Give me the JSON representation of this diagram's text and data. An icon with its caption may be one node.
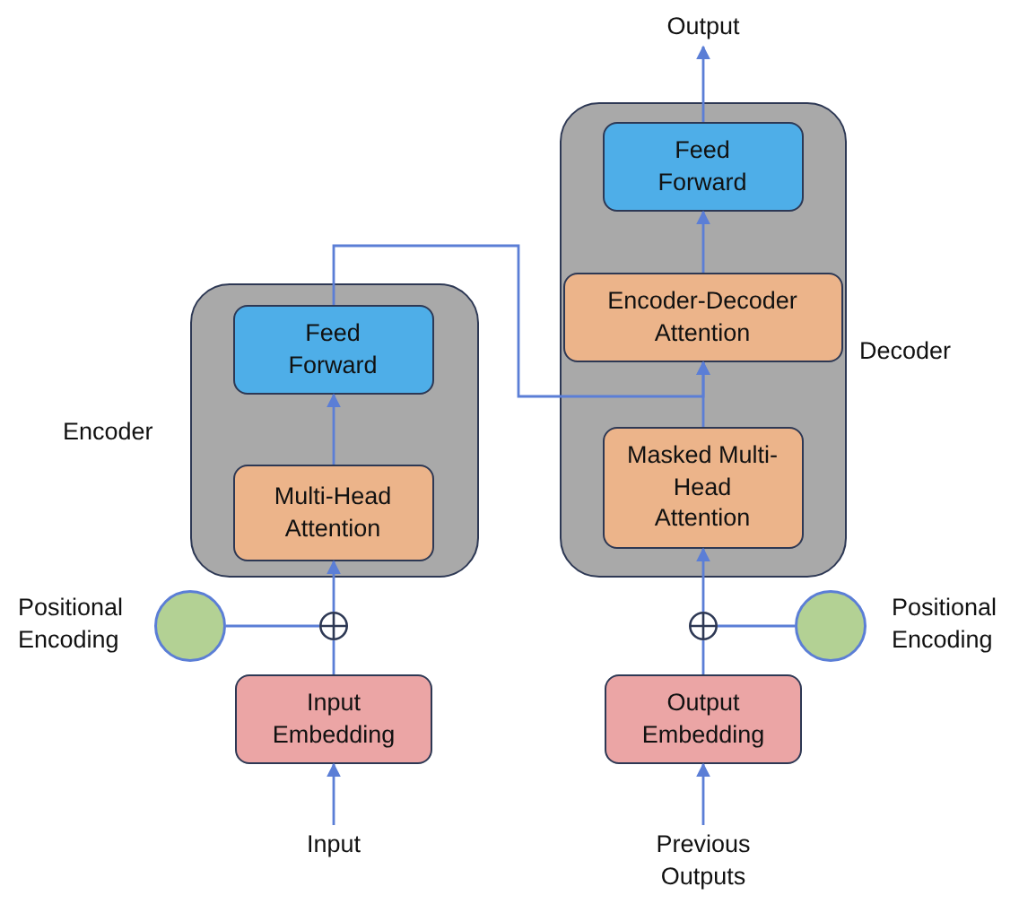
{
  "diagram": {
    "nodes": [
      {
        "text": [
          "Encoder"
        ]
      },
      {
        "text": [
          "Feed Forward"
        ],
        "in": 0
      },
      {
        "text": [
          "Multi-Head Attention"
        ],
        "in": 0
      },
      {
        "text": [
          "Decoder"
        ]
      },
      {
        "text": [
          "Feed Forward"
        ],
        "in": 3
      },
      {
        "text": [
          "Encoder-Decoder Attention"
        ],
        "in": 3
      },
      {
        "text": [
          "Masked Multi-Head Attention"
        ],
        "in": 3
      },
      {
        "text": [],
        "shape": "circle",
        "beside": [
          "Positional Encoding"
        ]
      },
      {
        "text": [],
        "shape": "circle"
      },
      {
        "text": [
          "Input Embedding"
        ]
      },
      {
        "text": [
          "Input"
        ]
      },
      {
        "text": [
          "Output Embedding"
        ]
      },
      {
        "text": [],
        "shape": "circle"
      },
      {
        "text": [],
        "shape": "circle",
        "beside": [
          "Positional Encoding"
        ]
      },
      {
        "text": [
          "Previous Outputs"
        ]
      },
      {
        "text": [
          "Output"
        ]
      }
    ],
    "edges": [
      {
        "from": 10,
        "to": 9,
        "arrow": "to"
      },
      {
        "from": 9,
        "to": 8,
        "arrow": "none"
      },
      {
        "from": 7,
        "to": 8,
        "arrow": "none"
      },
      {
        "from": 8,
        "to": 2,
        "arrow": "to"
      },
      {
        "from": 2,
        "to": 1,
        "arrow": "to"
      },
      {
        "from": 1,
        "to": 5,
        "arrow": "to"
      },
      {
        "from": 14,
        "to": 11,
        "arrow": "to"
      },
      {
        "from": 11,
        "to": 12,
        "arrow": "none"
      },
      {
        "from": 13,
        "to": 12,
        "arrow": "none"
      },
      {
        "from": 12,
        "to": 6,
        "arrow": "to"
      },
      {
        "from": 6,
        "to": 5,
        "arrow": "to"
      },
      {
        "from": 5,
        "to": 4,
        "arrow": "to"
      },
      {
        "from": 4,
        "to": 15,
        "arrow": "to"
      }
    ]
  }
}
